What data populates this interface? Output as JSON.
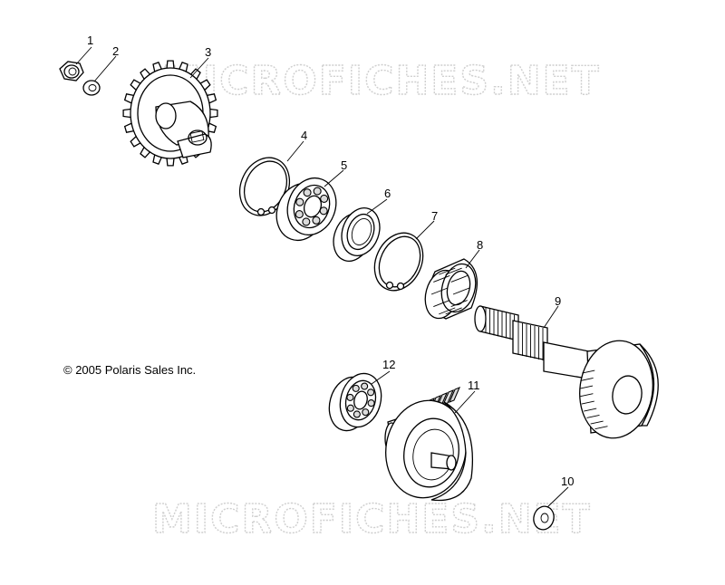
{
  "watermark": {
    "top": "MICROFICHES.NET",
    "bottom": "MICROFICHES.NET"
  },
  "copyright": "© 2005 Polaris Sales Inc.",
  "callouts": [
    "1",
    "2",
    "3",
    "4",
    "5",
    "6",
    "7",
    "8",
    "9",
    "10",
    "11",
    "12"
  ],
  "parts": [
    {
      "number": "1",
      "icon": "flange-nut-icon"
    },
    {
      "number": "2",
      "icon": "washer-icon"
    },
    {
      "number": "3",
      "icon": "sprocket-icon"
    },
    {
      "number": "4",
      "icon": "snap-ring-icon"
    },
    {
      "number": "5",
      "icon": "ball-bearing-icon"
    },
    {
      "number": "6",
      "icon": "seal-icon"
    },
    {
      "number": "7",
      "icon": "snap-ring-icon"
    },
    {
      "number": "8",
      "icon": "needle-bearing-icon"
    },
    {
      "number": "9",
      "icon": "gear-shaft-icon"
    },
    {
      "number": "10",
      "icon": "washer-icon"
    },
    {
      "number": "11",
      "icon": "gear-icon"
    },
    {
      "number": "12",
      "icon": "ball-bearing-icon"
    }
  ]
}
